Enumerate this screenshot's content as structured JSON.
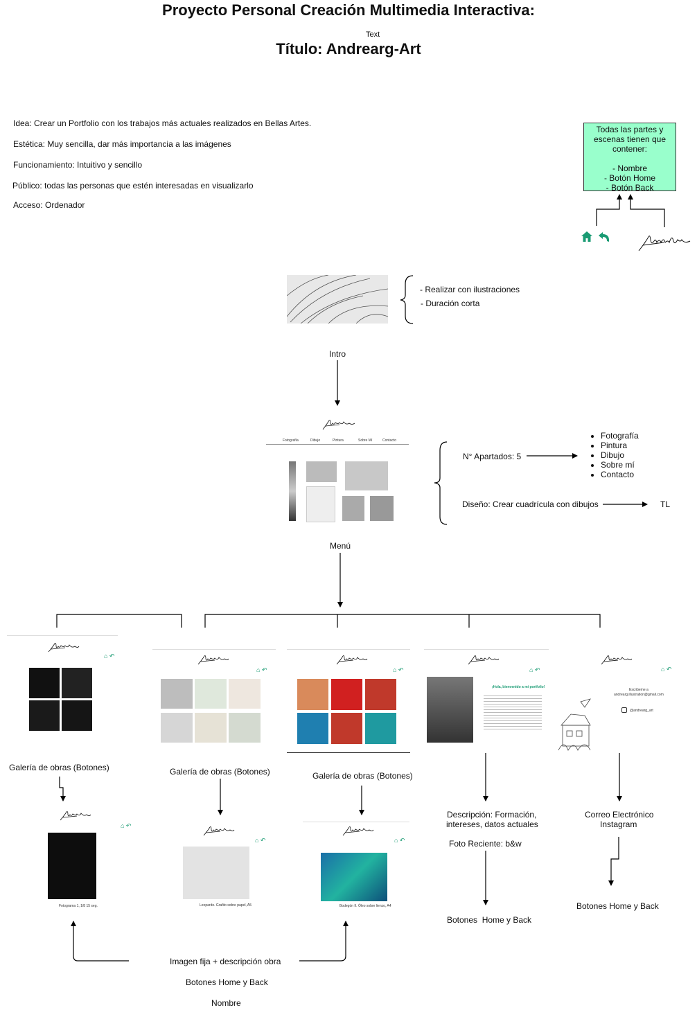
{
  "header": {
    "title": "Proyecto Personal Creación Multimedia Interactiva:",
    "label": "Text",
    "subtitle": "Título: Andrearg-Art"
  },
  "concept": {
    "idea": "Idea: Crear un Portfolio con los trabajos más actuales realizados en Bellas Artes.",
    "estetica": "Estética: Muy sencilla, dar más importancia a las imágenes",
    "funcionamiento": "Funcionamiento: Intuitivo y sencillo",
    "publico": "Público: todas las personas que estén interesadas en visualizarlo",
    "acceso": "Acceso: Ordenador"
  },
  "note": {
    "lines": [
      "Todas las partes y",
      "escenas tienen que",
      "contener:",
      "",
      "- Nombre",
      "- Botón Home",
      "- Botón Back"
    ]
  },
  "intro": {
    "bullets": [
      "- Realizar con ilustraciones",
      "- Duración corta"
    ],
    "label": "Intro"
  },
  "menu": {
    "nav": [
      "Fotografía",
      "Dibujo",
      "Pintura",
      "Sobre Mí",
      "Contacto"
    ],
    "apartados": "N° Apartados: 5",
    "sections": [
      "Fotografía",
      "Pintura",
      "Dibujo",
      "Sobre mí",
      "Contacto"
    ],
    "diseno": "Diseño: Crear cuadrícula con dibujos",
    "tl": "TL",
    "label": "Menú"
  },
  "branches": {
    "gallery_label_1": "Galería de obras (Botones)",
    "gallery_label_2": "Galería de obras (Botones)",
    "gallery_label_3": "Galería de obras (Botones)",
    "about_desc_1": "Descripción: Formación,",
    "about_desc_2": "intereses, datos actuales",
    "about_photo": "Foto Reciente: b&w",
    "about_buttons": "Botones  Home y Back",
    "about_heading": "¡Hola, bienvenido a mi portfolio!",
    "contact_1": "Correo Electrónico",
    "contact_2": "Instagram",
    "contact_buttons": "Botones Home y Back",
    "contact_write": "Escribeme a",
    "contact_email": "andrearg.illustration@gmail.com",
    "contact_ig": "@andrearg_art",
    "caption_photo": "Fotograma 1, 1/8 15 seg.",
    "caption_drawing": "Leopardo. Grafito sobre papel, A5",
    "caption_painting": "Bodegón II. Óleo sobre lienzo, A4"
  },
  "footer": {
    "line1": "Imagen fija + descripción obra",
    "line2": "Botones Home y Back",
    "line3": "Nombre"
  },
  "colors": {
    "note_bg": "#99ffcc",
    "icon": "#1a9b73"
  },
  "icons": [
    "home-icon",
    "back-icon",
    "signature-logo"
  ]
}
